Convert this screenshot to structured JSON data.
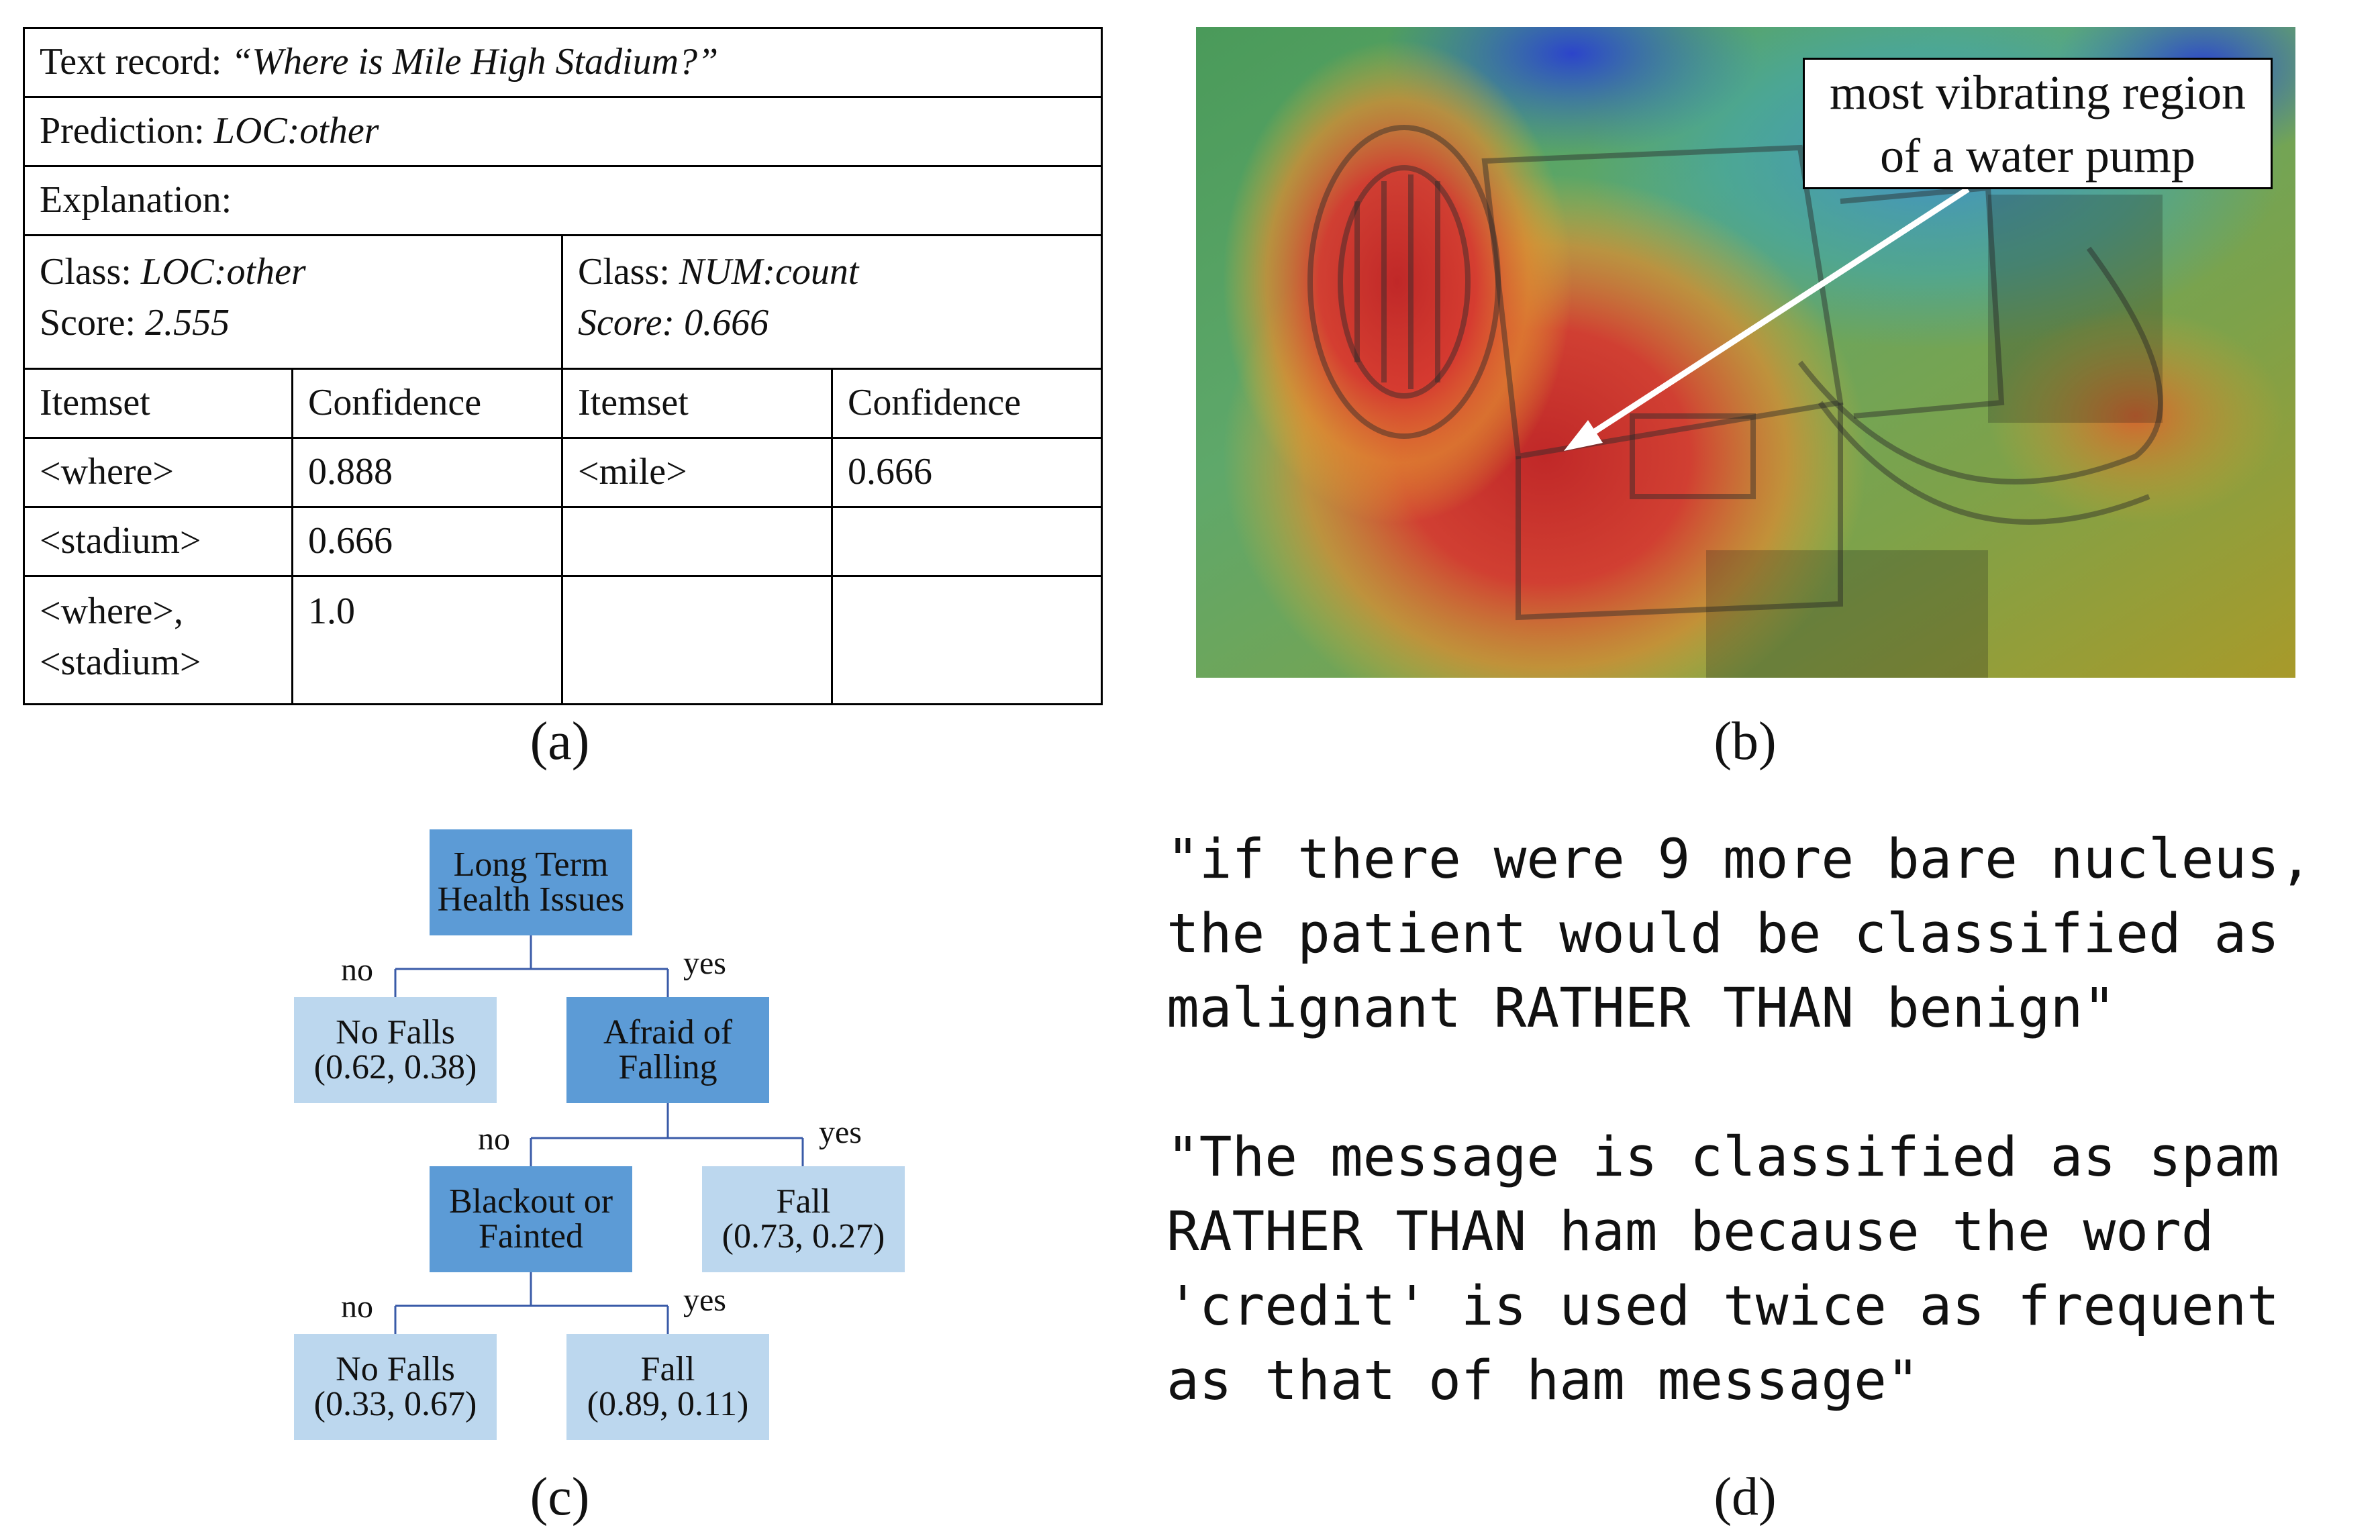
{
  "panel_a": {
    "text_record_label": "Text record:",
    "text_record_value": "“Where is Mile High Stadium?”",
    "prediction_label": "Prediction:",
    "prediction_value": "LOC:other",
    "explanation_label": "Explanation:",
    "class1_label": "Class:",
    "class1_value": "LOC:other",
    "score1_label": "Score:",
    "score1_value": "2.555",
    "class2_label": "Class:",
    "class2_value": "NUM:count",
    "score2_label": "Score: 0.666",
    "col_itemset_1": "Itemset",
    "col_confidence_1": "Confidence",
    "col_itemset_2": "Itemset",
    "col_confidence_2": "Confidence",
    "rows": [
      {
        "itemset1": "<where>",
        "conf1": "0.888",
        "itemset2": "<mile>",
        "conf2": "0.666"
      },
      {
        "itemset1": "<stadium>",
        "conf1": "0.666",
        "itemset2": "",
        "conf2": ""
      },
      {
        "itemset1_line1": "<where>,",
        "itemset1_line2": "<stadium>",
        "conf1": "1.0",
        "itemset2": "",
        "conf2": ""
      }
    ]
  },
  "panel_b": {
    "callout_line1": "most vibrating region",
    "callout_line2": "of a water pump",
    "colors": {
      "hot": "#d62a2a",
      "warm": "#e4a92a",
      "cool": "#3aa6a0",
      "cold": "#2a4bd6"
    }
  },
  "panel_c": {
    "root_line1": "Long Term",
    "root_line2": "Health Issues",
    "l1_no_label": "no",
    "l1_yes_label": "yes",
    "leaf1_line1": "No Falls",
    "leaf1_line2": "(0.62, 0.38)",
    "afraid_line1": "Afraid of",
    "afraid_line2": "Falling",
    "l2_no_label": "no",
    "l2_yes_label": "yes",
    "blackout_line1": "Blackout or",
    "blackout_line2": "Fainted",
    "fall1_line1": "Fall",
    "fall1_line2": "(0.73, 0.27)",
    "l3_no_label": "no",
    "l3_yes_label": "yes",
    "leaf3_line1": "No Falls",
    "leaf3_line2": "(0.33, 0.67)",
    "fall2_line1": "Fall",
    "fall2_line2": "(0.89, 0.11)",
    "colors": {
      "decision": "#5c9bd6",
      "leaf": "#bcd7ee",
      "edge": "#3a5ba8"
    }
  },
  "panel_d": {
    "p1": [
      "\"if there were 9 more bare nucleus,",
      "the patient would be classified as",
      "malignant RATHER THAN benign\""
    ],
    "p2": [
      "\"The message is classified as spam",
      "RATHER THAN ham because the word",
      "'credit' is used twice as frequent",
      "as that of ham message\""
    ]
  },
  "captions": {
    "a": "(a)",
    "b": "(b)",
    "c": "(c)",
    "d": "(d)"
  }
}
